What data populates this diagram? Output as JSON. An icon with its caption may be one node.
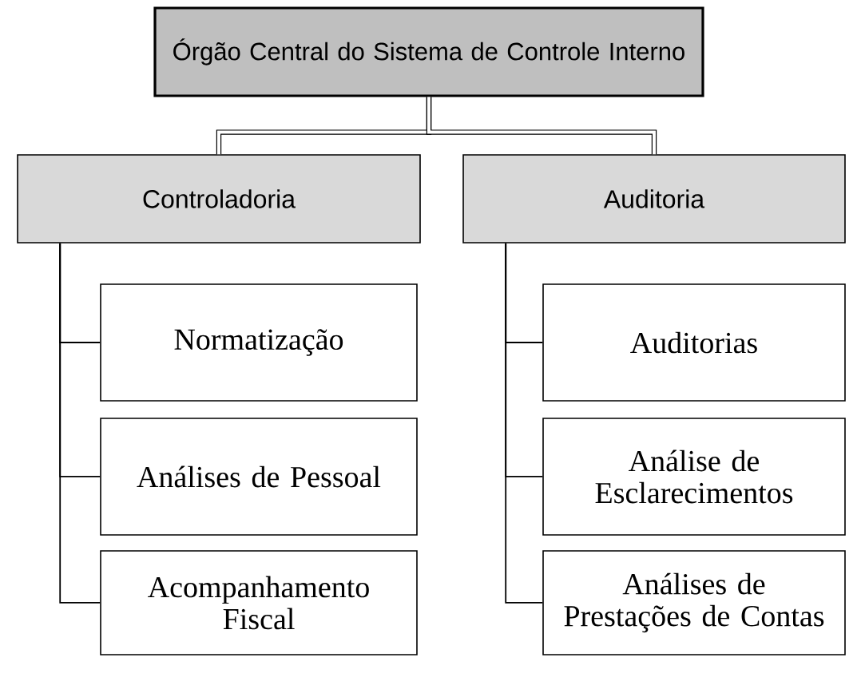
{
  "diagram": {
    "nodes": [
      {
        "text": [
          "Órgão Central do Sistema de Controle Interno"
        ]
      },
      {
        "text": [
          "Controladoria"
        ]
      },
      {
        "text": [
          "Auditoria"
        ]
      },
      {
        "text": [
          "Normatização"
        ]
      },
      {
        "text": [
          "Análises de Pessoal"
        ]
      },
      {
        "text": [
          "Acompanhamento Fiscal"
        ]
      },
      {
        "text": [
          "Auditorias"
        ]
      },
      {
        "text": [
          "Análise de Esclarecimentos"
        ]
      },
      {
        "text": [
          "Análises de Prestações de Contas"
        ]
      }
    ],
    "edges": [
      {
        "from": 0,
        "to": 1,
        "arrow": "none",
        "style": "thick"
      },
      {
        "from": 0,
        "to": 2,
        "arrow": "none",
        "style": "thick"
      },
      {
        "from": 1,
        "to": 3,
        "arrow": "none"
      },
      {
        "from": 1,
        "to": 4,
        "arrow": "none"
      },
      {
        "from": 1,
        "to": 5,
        "arrow": "none"
      },
      {
        "from": 2,
        "to": 6,
        "arrow": "none"
      },
      {
        "from": 2,
        "to": 7,
        "arrow": "none"
      },
      {
        "from": 2,
        "to": 8,
        "arrow": "none"
      }
    ]
  }
}
